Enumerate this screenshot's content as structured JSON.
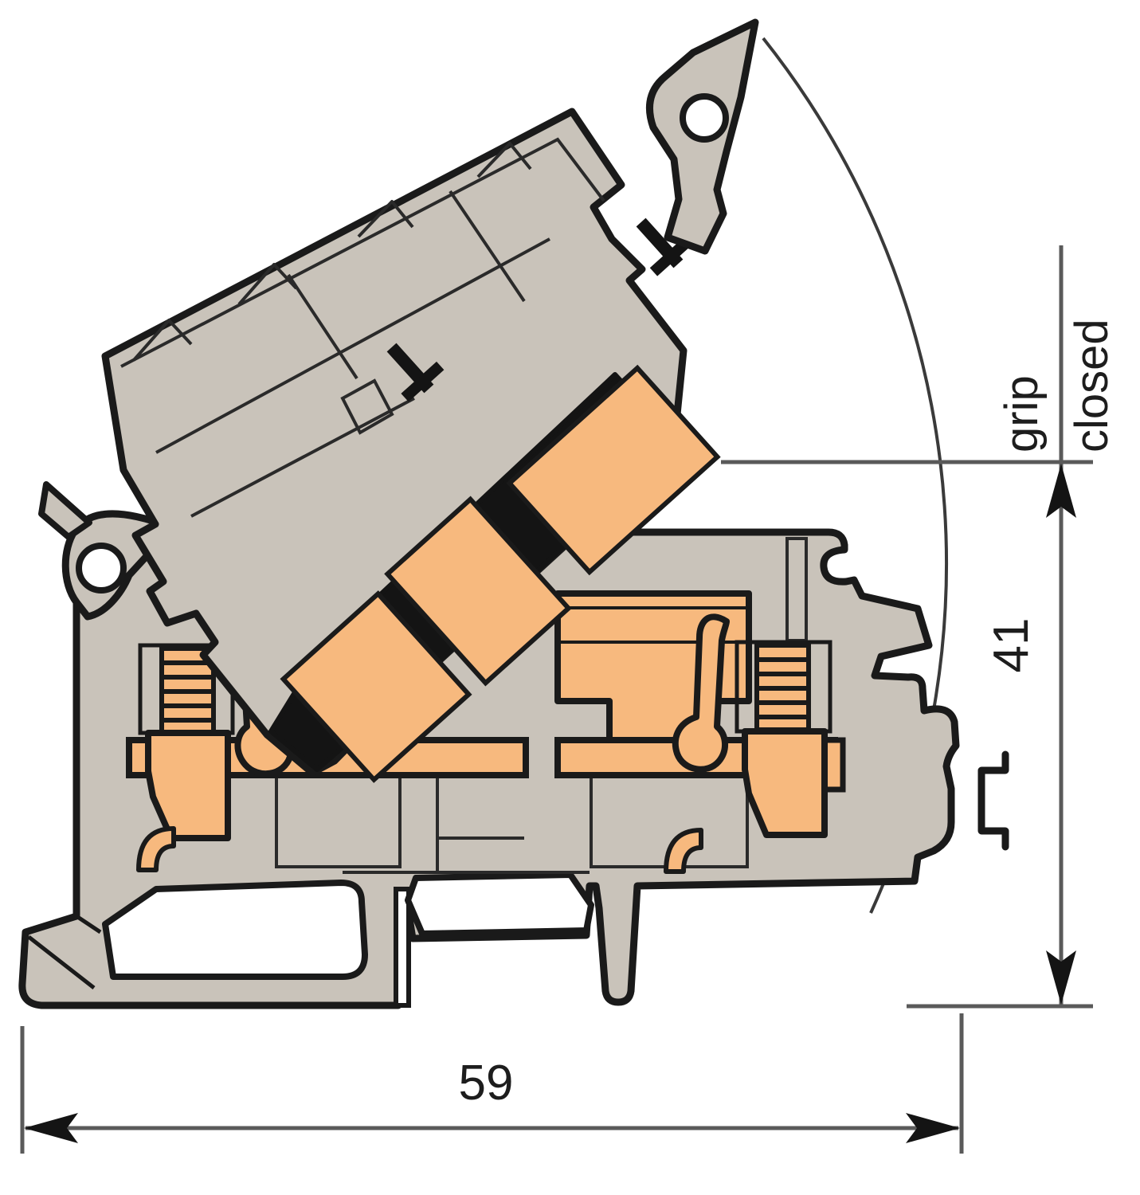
{
  "drawing": {
    "subject": "DIN-rail fuse terminal block side section with hinged fuse lever open",
    "view": "side cross-section technical drawing",
    "dimensions": {
      "width_mm": "59",
      "height_mm": "41"
    },
    "annotations": {
      "grip_line1": "grip",
      "grip_line2": "closed"
    },
    "symbols": [
      "din-rail-profile"
    ],
    "colors": {
      "body_gray": "#c9c3ba",
      "contact_orange": "#f7b97e",
      "outline_black": "#1a1a1a",
      "pocket_black": "#141414",
      "dimension_gray": "#5a5a5a"
    }
  }
}
